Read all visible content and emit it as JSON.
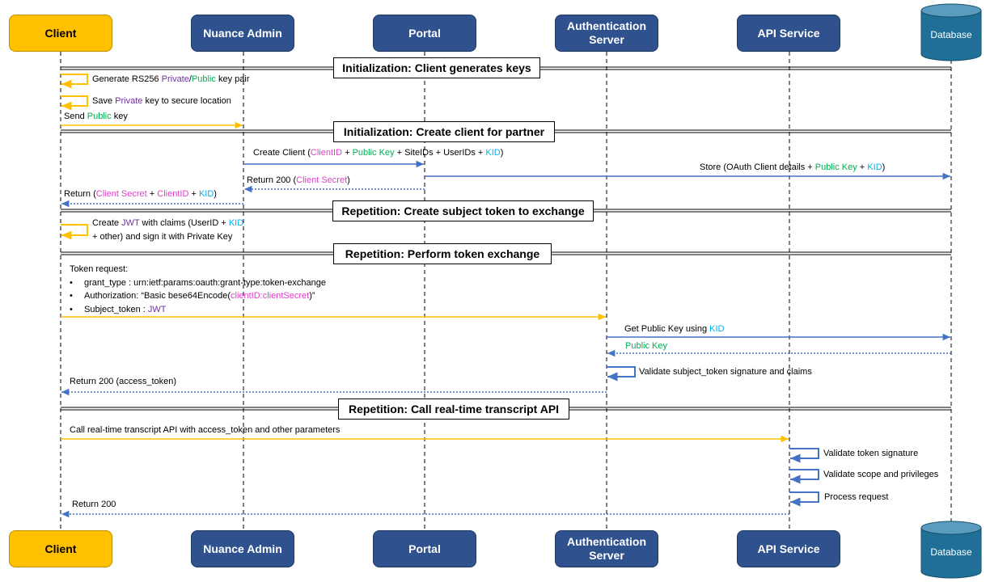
{
  "colors": {
    "client": "#ffc000",
    "actor": "#2f528f",
    "database": "#1f6f96",
    "arrow_client": "#ffc000",
    "arrow_blue": "#4472c4",
    "purple": "#7030a0",
    "green": "#00b050",
    "pink": "#e040c8",
    "cyan": "#00b0f0"
  },
  "actors": {
    "client": "Client",
    "nuance_admin": "Nuance Admin",
    "portal": "Portal",
    "auth_server": "Authentication Server",
    "api_service": "API Service",
    "database": "Database"
  },
  "sections": {
    "s1": "Initialization: Client generates keys",
    "s2": "Initialization: Create client for partner",
    "s3": "Repetition: Create subject token to exchange",
    "s4": "Repetition: Perform token exchange",
    "s5": "Repetition: Call real-time transcript API"
  },
  "messages": {
    "m1": {
      "a": "Generate  RS256 ",
      "b": "Private",
      "c": "/",
      "d": "Public",
      "e": " key pair"
    },
    "m2": {
      "a": "Save ",
      "b": "Private",
      "c": " key to secure location"
    },
    "m3": {
      "a": "Send  ",
      "b": "Public",
      "c": " key"
    },
    "m4": {
      "a": "Create  Client (",
      "b": "ClientID",
      "c": " + ",
      "d": "Public Key",
      "e": " + SiteIDs + UserIDs + ",
      "f": "KID",
      "g": ")"
    },
    "m5": {
      "a": "Store (OAuth Client details + ",
      "b": "Public Key",
      "c": " + ",
      "d": "KID",
      "e": ")"
    },
    "m6": {
      "a": "Return 200 (",
      "b": "Client Secret",
      "c": ")"
    },
    "m7": {
      "a": "Return  (",
      "b": "Client Secret",
      "c": "  + ",
      "d": "ClientID",
      "e": " + ",
      "f": "KID",
      "g": ")"
    },
    "m8": {
      "l1a": "Create ",
      "l1b": "JWT",
      "l1c": " with claims (UserID + ",
      "l1d": "KID",
      "l2": "+ other) and sign it with Private Key"
    },
    "m9": {
      "title": "Token request:",
      "b1": "grant_type  : urn:ietf:params:oauth:grant-type:token-exchange",
      "b2a": "Authorization: “Basic bese64Encode(",
      "b2b": "clientID:clientSecret",
      "b2c": ")”",
      "b3a": "Subject_token  : ",
      "b3b": "JWT",
      "bullet": "•"
    },
    "m10": {
      "a": "Get Public Key using ",
      "b": "KID"
    },
    "m11": "Public Key",
    "m12": "Validate subject_token signature and claims",
    "m13": "Return 200 (access_token)",
    "m14": "Call real-time transcript API with access_token and other parameters",
    "m15": "Validate token signature",
    "m16": "Validate scope and privileges",
    "m17": "Process request",
    "m18": "Return 200"
  }
}
